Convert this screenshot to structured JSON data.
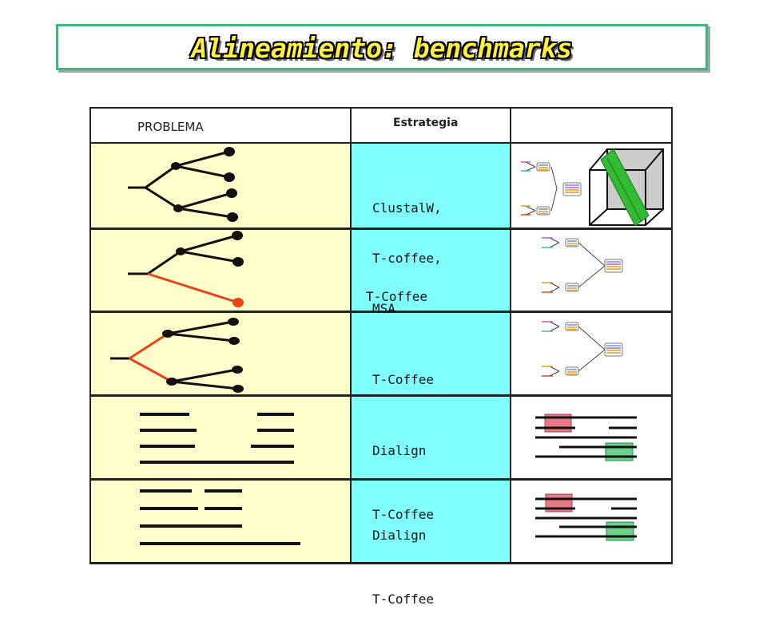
{
  "title": "Alineamiento: benchmarks",
  "headers": {
    "problem": "PROBLEMA",
    "strategy": "Estrategia",
    "result": ""
  },
  "rows": [
    {
      "strategy_lines": [
        "ClustalW,",
        "T-coffee,",
        "MSA"
      ]
    },
    {
      "strategy_lines": [
        "T-Coffee"
      ]
    },
    {
      "strategy_lines": [
        "T-Coffee"
      ]
    },
    {
      "strategy_lines": [
        "Dialign",
        "T-Coffee"
      ]
    },
    {
      "strategy_lines": [
        "Dialign",
        "T-Coffee"
      ]
    }
  ],
  "colors": {
    "title_border": "#3cb879",
    "title_text": "#ffef3f",
    "problem_bg": "#ffffcc",
    "strategy_bg": "#80ffff",
    "highlight_branch": "#e8441a",
    "red_block": "#e87a85",
    "green_block": "#6ccf8a",
    "cube_green": "#33bb33"
  }
}
